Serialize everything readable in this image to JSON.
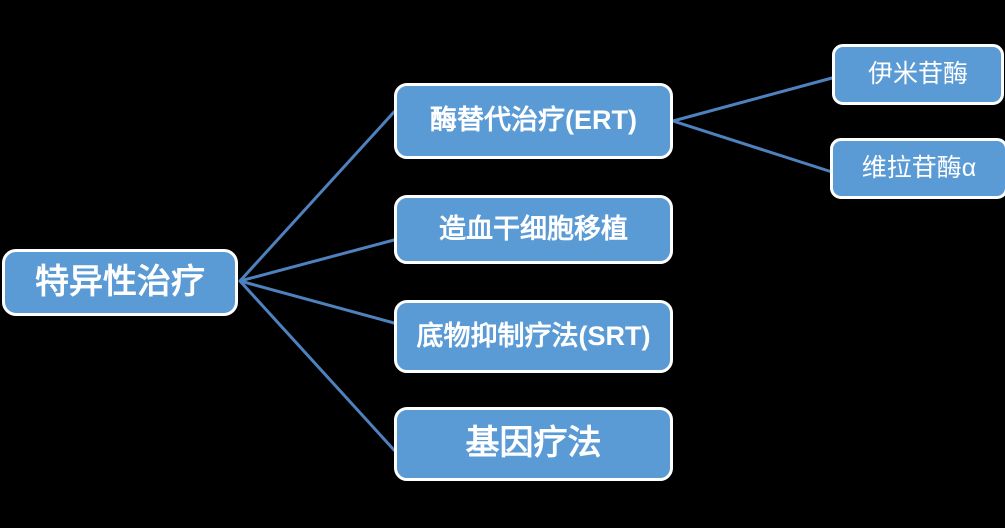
{
  "diagram": {
    "title": "特异性治疗",
    "type": "tree",
    "background_color": "#000000",
    "node_fill_color": "#5B9BD5",
    "node_border_color": "#FFFFFF",
    "node_text_color": "#FFFFFF",
    "edge_color": "#4E81BD",
    "root": {
      "id": "root",
      "label": "特异性治疗"
    },
    "level2": [
      {
        "id": "ert",
        "label": "酶替代治疗(ERT)"
      },
      {
        "id": "hsct",
        "label": "造血干细胞移植"
      },
      {
        "id": "srt",
        "label": "底物抑制疗法(SRT)"
      },
      {
        "id": "gene",
        "label": "基因疗法"
      }
    ],
    "level3": [
      {
        "id": "imiglucerase",
        "label": "伊米苷酶",
        "parent": "ert"
      },
      {
        "id": "velaglucerase",
        "label": "维拉苷酶α",
        "parent": "ert"
      }
    ],
    "edges": [
      {
        "from": "root",
        "to": "ert"
      },
      {
        "from": "root",
        "to": "hsct"
      },
      {
        "from": "root",
        "to": "srt"
      },
      {
        "from": "root",
        "to": "gene"
      },
      {
        "from": "ert",
        "to": "imiglucerase"
      },
      {
        "from": "ert",
        "to": "velaglucerase"
      }
    ]
  }
}
